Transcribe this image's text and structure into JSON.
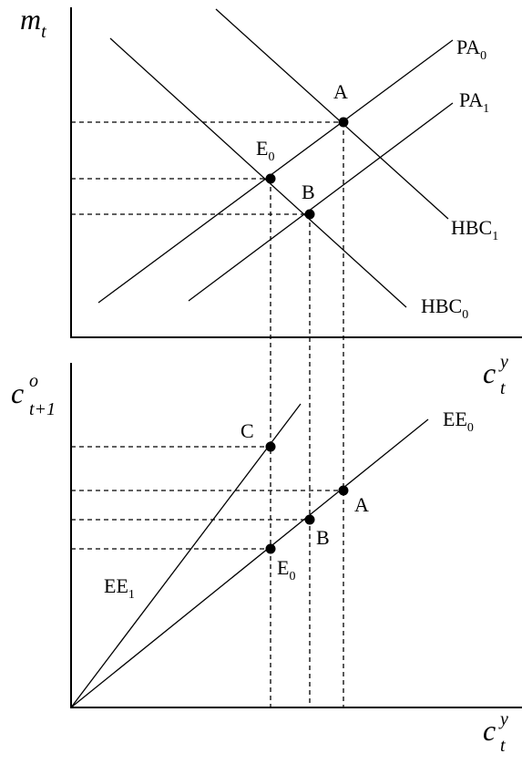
{
  "top_panel": {
    "y_axis": {
      "main": "m",
      "sub": "t"
    },
    "x_axis": {
      "main": "c",
      "sup": "y",
      "sub": "t"
    },
    "lines": {
      "pa0": {
        "main": "PA",
        "sub": "0"
      },
      "pa1": {
        "main": "PA",
        "sub": "1"
      },
      "hbc0": {
        "main": "HBC",
        "sub": "0"
      },
      "hbc1": {
        "main": "HBC",
        "sub": "1"
      }
    },
    "points": {
      "a": "A",
      "b": "B",
      "e0": {
        "main": "E",
        "sub": "0"
      }
    }
  },
  "bottom_panel": {
    "y_axis": {
      "main": "c",
      "sup": "o",
      "sub": "t+1"
    },
    "x_axis": {
      "main": "c",
      "sup": "y",
      "sub": "t"
    },
    "lines": {
      "ee0": {
        "main": "EE",
        "sub": "0"
      },
      "ee1": {
        "main": "EE",
        "sub": "1"
      }
    },
    "points": {
      "a": "A",
      "b": "B",
      "c": "C",
      "e0": {
        "main": "E",
        "sub": "0"
      }
    }
  },
  "colors": {
    "ink": "#000000",
    "background": "#ffffff"
  }
}
